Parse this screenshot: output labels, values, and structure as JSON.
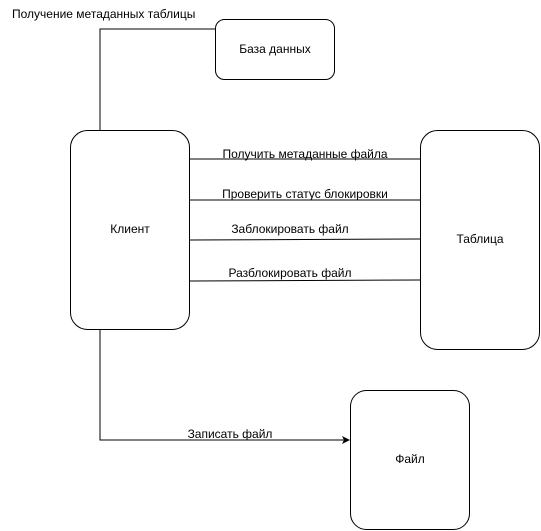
{
  "nodes": {
    "database": {
      "label": "База данных"
    },
    "client": {
      "label": "Клиент"
    },
    "table": {
      "label": "Таблица"
    },
    "file": {
      "label": "Файл"
    }
  },
  "edges": {
    "get_table_metadata": {
      "label": "Получение метаданных таблицы"
    },
    "get_file_metadata": {
      "label": "Получить метаданные файла"
    },
    "check_lock_status": {
      "label": "Проверить статус блокировки"
    },
    "lock_file": {
      "label": "Заблокировать файл"
    },
    "unlock_file": {
      "label": "Разблокировать файл"
    },
    "write_file": {
      "label": "Записать файл"
    }
  }
}
